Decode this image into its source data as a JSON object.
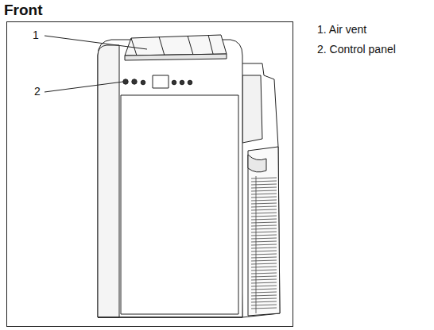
{
  "diagram": {
    "title": "Front",
    "labels": [
      "1",
      "2",
      "1. Air vent",
      "2. Control panel"
    ]
  }
}
